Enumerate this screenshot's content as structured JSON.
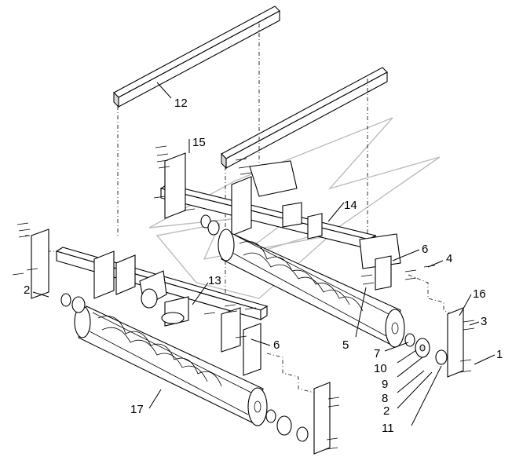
{
  "diagram": {
    "callouts": [
      {
        "id": "c12",
        "label": "12"
      },
      {
        "id": "c15",
        "label": "15"
      },
      {
        "id": "c14",
        "label": "14"
      },
      {
        "id": "c6a",
        "label": "6"
      },
      {
        "id": "c4",
        "label": "4"
      },
      {
        "id": "c13",
        "label": "13"
      },
      {
        "id": "c2a",
        "label": "2"
      },
      {
        "id": "c6b",
        "label": "6"
      },
      {
        "id": "c16",
        "label": "16"
      },
      {
        "id": "c3",
        "label": "3"
      },
      {
        "id": "c5",
        "label": "5"
      },
      {
        "id": "c7",
        "label": "7"
      },
      {
        "id": "c1",
        "label": "1"
      },
      {
        "id": "c10",
        "label": "10"
      },
      {
        "id": "c9",
        "label": "9"
      },
      {
        "id": "c8",
        "label": "8"
      },
      {
        "id": "c17",
        "label": "17"
      },
      {
        "id": "c2b",
        "label": "2"
      },
      {
        "id": "c11",
        "label": "11"
      }
    ],
    "colors": {
      "line": "#000000",
      "background": "#ffffff",
      "watermark": "#bdbdbd"
    }
  }
}
